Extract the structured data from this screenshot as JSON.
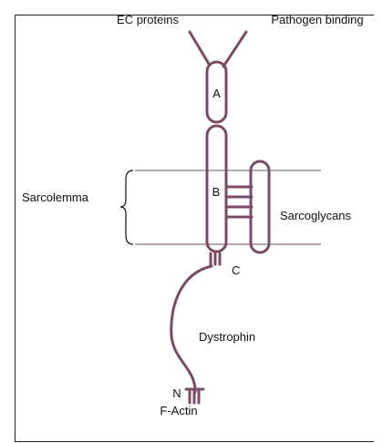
{
  "labels": {
    "ec_proteins": "EC proteins",
    "pathogen_binding": "Pathogen binding",
    "domain_a": "A",
    "domain_b": "B",
    "sarcolemma": "Sarcolemma",
    "sarcoglycans": "Sarcoglycans",
    "c_terminus": "C",
    "dystrophin": "Dystrophin",
    "n_terminus": "N",
    "f_actin": "F-Actin"
  },
  "colors": {
    "molecule": "#7b4a66",
    "membrane": "#b7a9b1",
    "border": "#222222"
  }
}
